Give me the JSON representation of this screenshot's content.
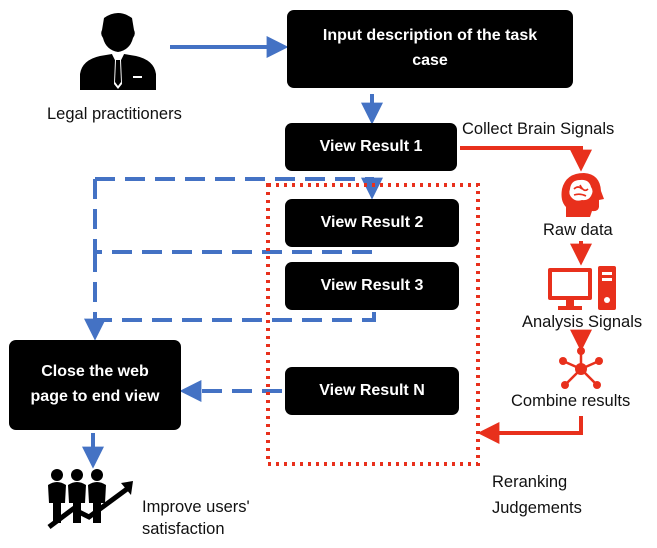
{
  "actor": {
    "label": "Legal practitioners",
    "icon": "business-person-icon"
  },
  "steps": {
    "input": "Input description of the task case",
    "result1": "View Result 1",
    "result2": "View Result 2",
    "result3": "View Result 3",
    "resultN": "View Result N",
    "close": "Close the web page to end view"
  },
  "signal_pipeline": {
    "collect": "Collect Brain Signals",
    "raw": "Raw data",
    "analysis": "Analysis Signals",
    "combine": "Combine results",
    "rerank": "Reranking Judgements"
  },
  "outcome": {
    "label": "Improve users' satisfaction",
    "icon": "growth-people-icon"
  },
  "colors": {
    "blue": "#4472C4",
    "red": "#E8301C",
    "box": "#000000"
  }
}
